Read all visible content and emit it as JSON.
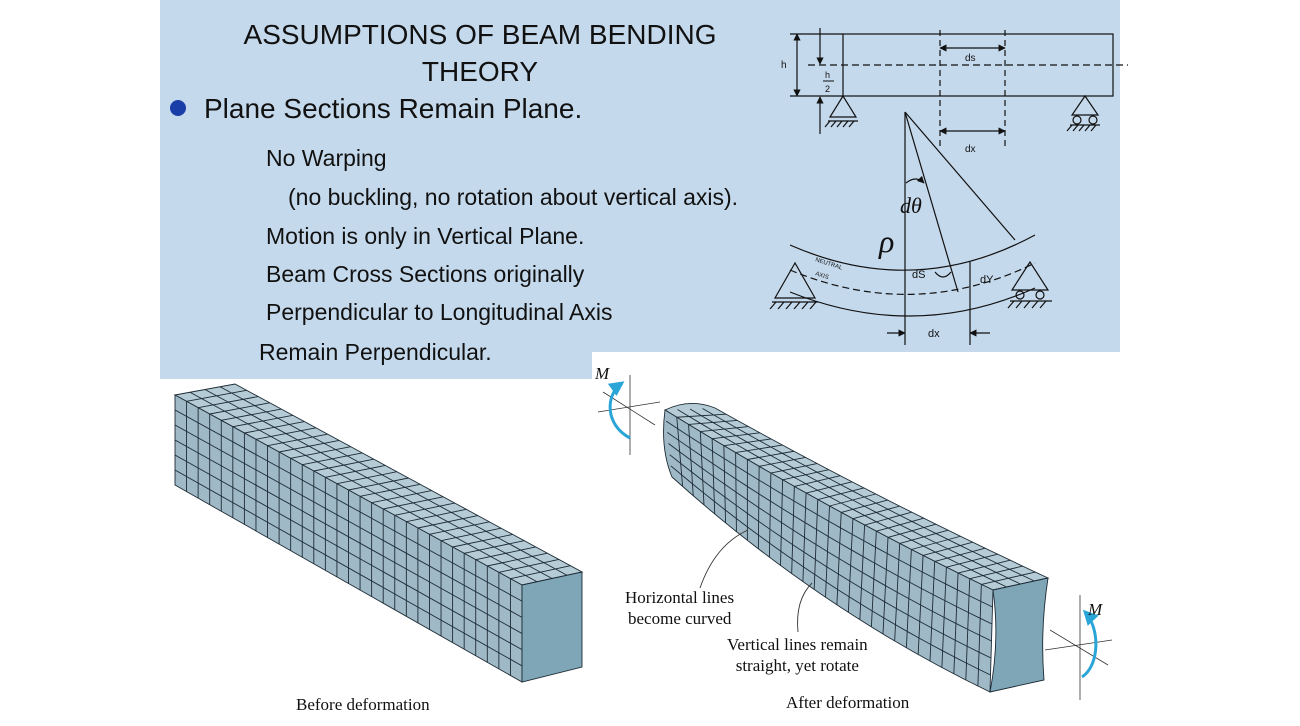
{
  "title_line1": "ASSUMPTIONS OF BEAM BENDING",
  "title_line2": "THEORY",
  "bullet": "Plane Sections Remain Plane.",
  "lines": [
    "No Warping",
    "(no buckling, no rotation about vertical axis).",
    "Motion is only in Vertical Plane.",
    "Beam Cross Sections originally",
    "Perpendicular to Longitudinal Axis",
    "Remain Perpendicular."
  ],
  "diagram_labels": {
    "h": "h",
    "h_half_num": "h",
    "h_half_den": "2",
    "ds": "ds",
    "dx_top": "dx",
    "dtheta": "dθ",
    "rho": "ρ",
    "neutral": "NEUTRAL",
    "axis": "AXIS",
    "ds_bent": "dS",
    "dy": "dY",
    "dx_bottom": "dx"
  },
  "figure": {
    "moment_left": "M",
    "moment_right": "M",
    "callout_horizontal_1": "Horizontal lines",
    "callout_horizontal_2": "become curved",
    "callout_vertical_1": "Vertical lines remain",
    "callout_vertical_2": "straight, yet rotate",
    "caption_before": "Before deformation",
    "caption_after": "After deformation"
  },
  "colors": {
    "panel": "#c5d9ec",
    "beam_face": "#a8c3cf",
    "beam_end": "#7fa6b6",
    "grid": "#1d2b36",
    "moment_arrow": "#2aa5d8",
    "bullet": "#1a3ea8"
  }
}
